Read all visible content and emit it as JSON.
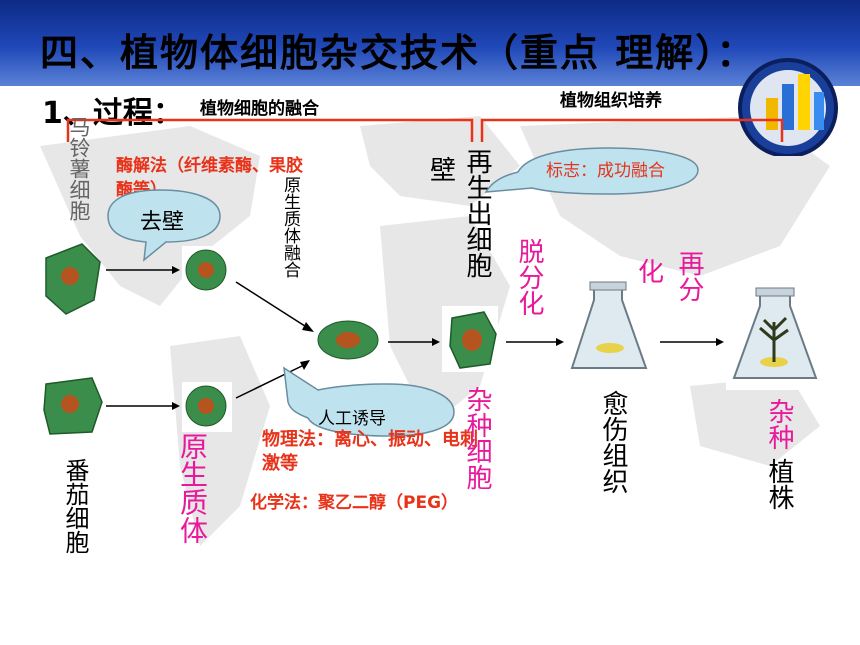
{
  "slide": {
    "title": "四、植物体细胞杂交技术（重点 理解）：",
    "step_label": "1、过程：",
    "stage_fusion": "植物细胞的融合",
    "stage_culture": "植物组织培养",
    "potato_cell": "马铃薯细胞",
    "tomato_cell": "番茄细胞",
    "enzyme_method": "酶解法（纤维素酶、果胶酶等）",
    "remove_wall": "去壁",
    "protoplast_fusion": "原生质体融合",
    "protoplast": "原生质体",
    "wall": "壁",
    "regenerate_cell": "再生出细胞",
    "marker": "标志：成功融合",
    "dedifferentiation": "脱分化",
    "redifferentiation_a": "再分",
    "redifferentiation_b": "化",
    "hybrid_cell": "杂种细胞",
    "callus": "愈伤组织",
    "hybrid_plant_a": "杂种",
    "hybrid_plant_b": "植株",
    "induce": "人工诱导",
    "physical_method": "物理法：离心、振动、电刺激等",
    "chemical_method": "化学法：聚乙二醇（PEG）"
  },
  "colors": {
    "header_dark": "#0d2a86",
    "header_light": "#5b82d6",
    "method_red": "#e8321a",
    "stage_magenta": "#e8199b",
    "bracket": "#e8321a",
    "callout_fill": "#bfe3ee",
    "cell_green": "#3a8d4a",
    "nucleus": "#b5541e"
  }
}
